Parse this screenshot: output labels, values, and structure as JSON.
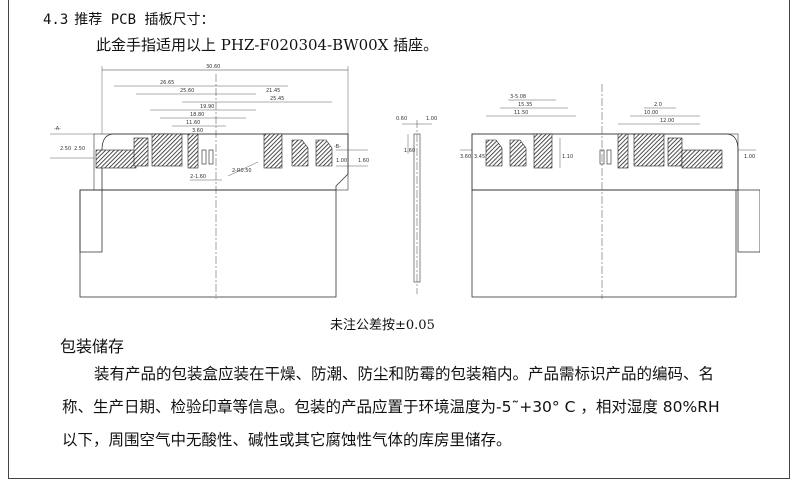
{
  "section": {
    "number": "4.3",
    "title": "推荐 PCB 插板尺寸："
  },
  "fit_note": "此金手指适用以上 PHZ-F020304-BW00X 插座。",
  "tolerance_note": "未注公差按±0.05",
  "packaging": {
    "heading": "包装储存",
    "body": "装有产品的包装盒应装在干燥、防潮、防尘和防霉的包装箱内。产品需标识产品的编码、名称、生产日期、检验印章等信息。包装的产品应置于环境温度为-5˜+30° C ，相对湿度 80%RH 以下，周围空气中无酸性、碱性或其它腐蚀性气体的库房里储存。"
  },
  "drawing": {
    "labels": {
      "overall_width": "30.60",
      "d1": "26.65",
      "d2": "25.60",
      "d3": "25.45",
      "d4": "21.45",
      "d5": "19.90",
      "d6": "18.80",
      "d7": "11.60",
      "d8": "3.60",
      "h1": "2.50",
      "h2": "2.50",
      "h3": "1.60",
      "h4": "1.00",
      "pitch": "2-1.60",
      "chamfer": "2-R0.50",
      "ref_a": "-A-",
      "ref_b": "-B-",
      "side_t1": "0.60",
      "side_t2": "1.00",
      "side_h": "1.60",
      "r1": "3-5.08",
      "r2": "15.35",
      "r3": "11.50",
      "r4": "1.10",
      "r5": "2.0",
      "r6": "10.00",
      "r7": "12.00",
      "r8": "3.60",
      "r9": "3.45",
      "r10": "1.00"
    }
  }
}
